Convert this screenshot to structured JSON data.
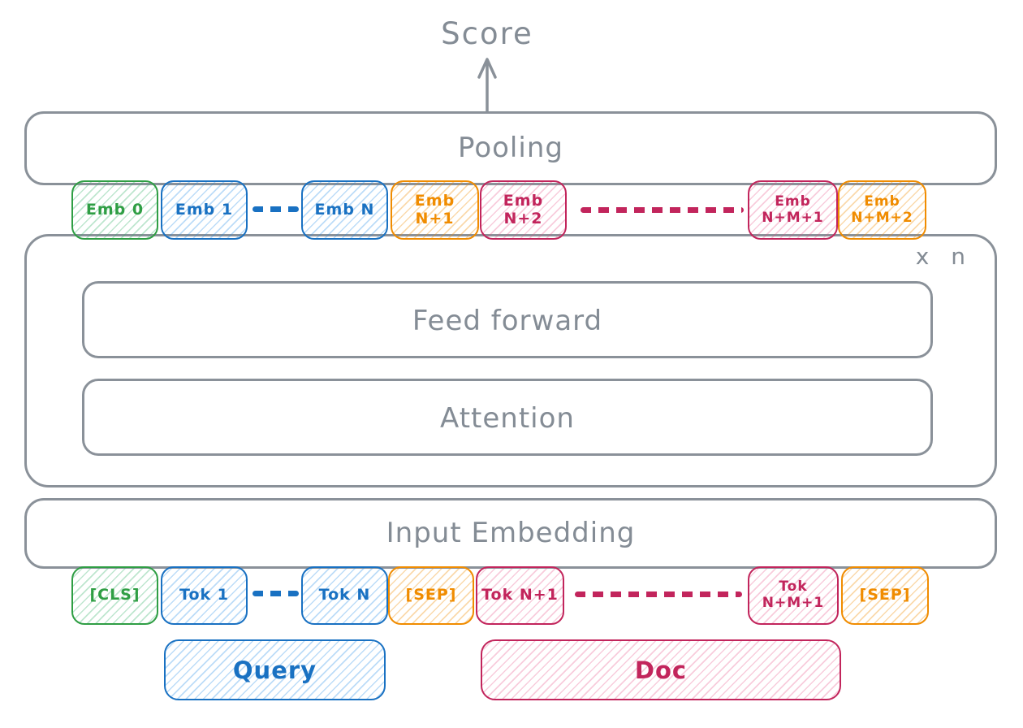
{
  "score": {
    "label": "Score"
  },
  "pooling": {
    "label": "Pooling"
  },
  "encoder": {
    "repeat_label": "x n",
    "feed_forward": {
      "label": "Feed forward"
    },
    "attention": {
      "label": "Attention"
    }
  },
  "input_embedding": {
    "label": "Input Embedding"
  },
  "embedding_row": {
    "emb_0": {
      "label": "Emb 0",
      "color": "#2f9e44"
    },
    "emb_1": {
      "label": "Emb 1",
      "color": "#1971c2"
    },
    "emb_n": {
      "label": "Emb N",
      "color": "#1971c2"
    },
    "emb_n_plus_1": {
      "label": "Emb N+1",
      "color": "#f08c00"
    },
    "emb_n_plus_2": {
      "label": "Emb N+2",
      "color": "#c2255c"
    },
    "emb_n_m_1": {
      "line1": "Emb",
      "line2": "N+M+1",
      "color": "#c2255c"
    },
    "emb_n_m_2": {
      "line1": "Emb",
      "line2": "N+M+2",
      "color": "#f08c00"
    }
  },
  "token_row": {
    "cls": {
      "label": "[CLS]",
      "color": "#2f9e44"
    },
    "tok_1": {
      "label": "Tok 1",
      "color": "#1971c2"
    },
    "tok_n": {
      "label": "Tok N",
      "color": "#1971c2"
    },
    "sep_1": {
      "label": "[SEP]",
      "color": "#f08c00"
    },
    "tok_n_plus_1": {
      "label": "Tok N+1",
      "color": "#c2255c"
    },
    "tok_n_m_1": {
      "line1": "Tok",
      "line2": "N+M+1",
      "color": "#c2255c"
    },
    "sep_2": {
      "label": "[SEP]",
      "color": "#f08c00"
    }
  },
  "inputs": {
    "query": {
      "label": "Query",
      "color": "#1971c2"
    },
    "doc": {
      "label": "Doc",
      "color": "#c2255c"
    }
  },
  "colors": {
    "stroke_gray": "#8a9199",
    "text_gray": "#848c95",
    "green": "#2f9e44",
    "blue": "#1971c2",
    "orange": "#f08c00",
    "crimson": "#c2255c"
  }
}
